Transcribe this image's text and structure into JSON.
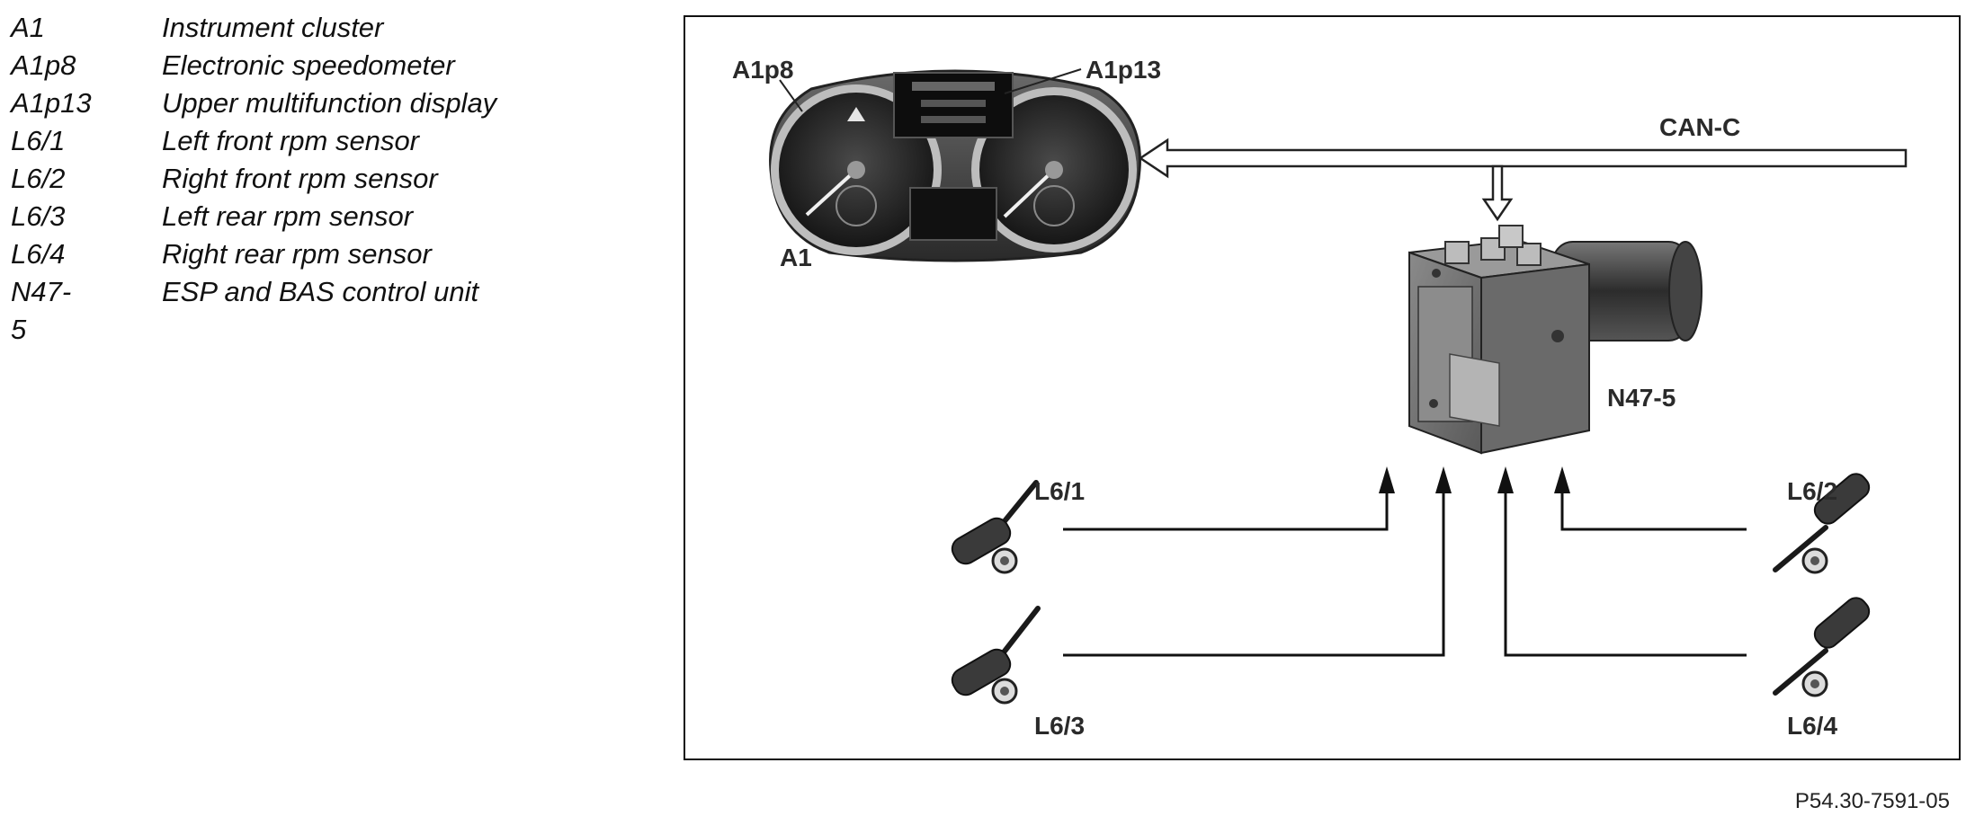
{
  "legend": [
    {
      "code": "A1",
      "desc": "Instrument cluster"
    },
    {
      "code": "A1p8",
      "desc": "Electronic speedometer"
    },
    {
      "code": "A1p13",
      "desc": "Upper multifunction display"
    },
    {
      "code": "L6/1",
      "desc": "Left front rpm sensor"
    },
    {
      "code": "L6/2",
      "desc": "Right front rpm sensor"
    },
    {
      "code": "L6/3",
      "desc": "Left rear rpm sensor"
    },
    {
      "code": "L6/4",
      "desc": "Right rear rpm sensor"
    },
    {
      "code": "N47-5",
      "desc": "ESP and BAS control unit"
    }
  ],
  "diagram": {
    "labels": {
      "a1p8": "A1p8",
      "a1p13": "A1p13",
      "a1": "A1",
      "can": "CAN-C",
      "n47": "N47-5",
      "l61": "L6/1",
      "l62": "L6/2",
      "l63": "L6/3",
      "l64": "L6/4"
    }
  },
  "figure_ref": "P54.30-7591-05"
}
